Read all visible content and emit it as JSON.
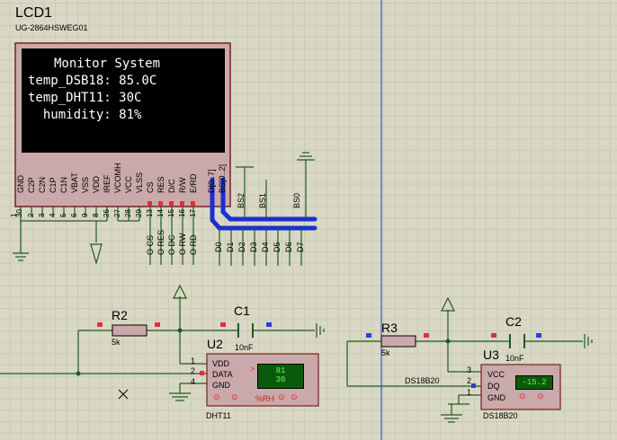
{
  "lcd": {
    "ref": "LCD1",
    "part": "UG-2864HSWEG01",
    "lines": [
      "Monitor System",
      "temp_DSB18: 85.0C",
      "temp_DHT11: 30C",
      "  humidity: 81%"
    ],
    "pin_labels": [
      "GND",
      "C2P",
      "C2N",
      "C1P",
      "C1N",
      "VBAT",
      "VSS",
      "VDD",
      "IREF",
      "VCOMH",
      "VCC",
      "VLSS",
      "CS",
      "RES",
      "D/C",
      "R/W",
      "E/RD",
      "D[0..7]",
      "BS[0..2]"
    ],
    "pin_numbers": [
      "1",
      "30",
      "2",
      "3",
      "4",
      "5",
      "6",
      "9",
      "8",
      "26",
      "27",
      "28",
      "29",
      "13",
      "14",
      "15",
      "16",
      "17"
    ],
    "bus_bs": [
      "BS2",
      "BS1",
      "BS0"
    ],
    "ctrl_nets": [
      "CS",
      "RES",
      "DC",
      "RW",
      "RD"
    ],
    "data_nets": [
      "D0",
      "D1",
      "D2",
      "D3",
      "D4",
      "D5",
      "D6",
      "D7"
    ]
  },
  "dht": {
    "r_ref": "R2",
    "r_val": "5k",
    "c_ref": "C1",
    "c_val": "10nF",
    "ref": "U2",
    "part": "DHT11",
    "pins": [
      "VDD",
      "DATA",
      "GND"
    ],
    "pin_nums": [
      "1",
      "2",
      "4"
    ],
    "humidity": "81",
    "temperature": "30",
    "unit": "%RH"
  },
  "ds": {
    "r_ref": "R3",
    "r_val": "5k",
    "c_ref": "C2",
    "c_val": "10nF",
    "ref": "U3",
    "part": "DS18B20",
    "net": "DS18B20",
    "pins": [
      "VCC",
      "DQ",
      "GND"
    ],
    "pin_nums": [
      "3",
      "2",
      "1"
    ],
    "reading": "-15.2"
  },
  "colors": {
    "wire": "#1f5c1f",
    "bus": "#1a2fd4",
    "pin_red": "#e0303a",
    "pin_blue": "#2a3fe0",
    "lcd_body": "#c9a9a9",
    "lcd_border": "#7a2020"
  }
}
